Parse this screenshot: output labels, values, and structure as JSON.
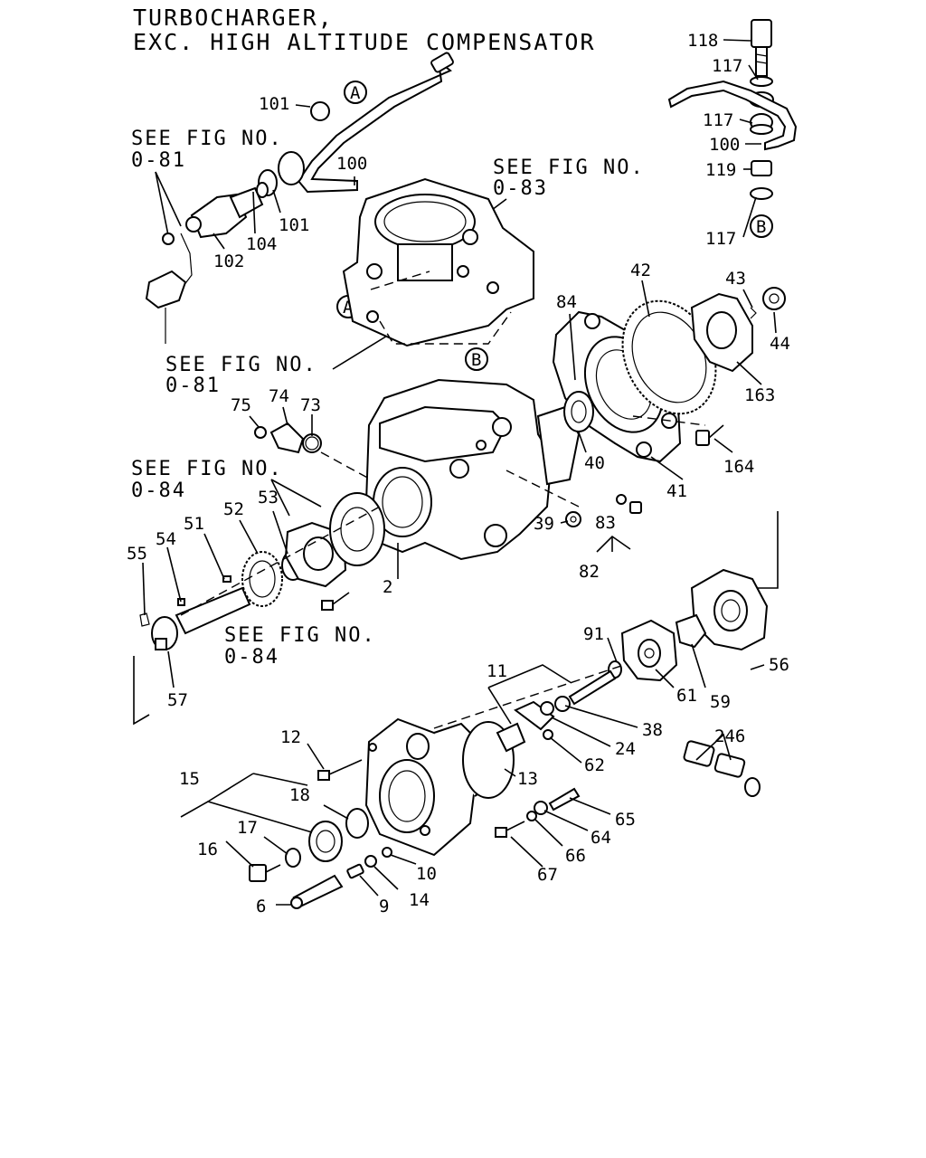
{
  "title": {
    "line1": "TURBOCHARGER,",
    "line2": "EXC. HIGH ALTITUDE COMPENSATOR"
  },
  "references": [
    {
      "line1": "SEE FIG NO.",
      "line2": "0-81"
    },
    {
      "line1": "SEE FIG NO.",
      "line2": "0-83"
    },
    {
      "line1": "SEE FIG NO.",
      "line2": "0-81"
    },
    {
      "line1": "SEE FIG NO.",
      "line2": "0-84"
    },
    {
      "line1": "SEE FIG NO.",
      "line2": "0-84"
    }
  ],
  "circle_markers": [
    "A",
    "A",
    "B",
    "B"
  ],
  "part_numbers": [
    "118",
    "117",
    "117",
    "100",
    "119",
    "117",
    "101",
    "100",
    "101",
    "104",
    "102",
    "42",
    "43",
    "44",
    "84",
    "163",
    "40",
    "41",
    "164",
    "75",
    "74",
    "73",
    "39",
    "83",
    "82",
    "52",
    "53",
    "51",
    "54",
    "55",
    "2",
    "57",
    "91",
    "56",
    "61",
    "59",
    "246",
    "11",
    "38",
    "24",
    "62",
    "12",
    "13",
    "15",
    "18",
    "17",
    "16",
    "10",
    "14",
    "9",
    "6",
    "65",
    "64",
    "66",
    "67"
  ]
}
